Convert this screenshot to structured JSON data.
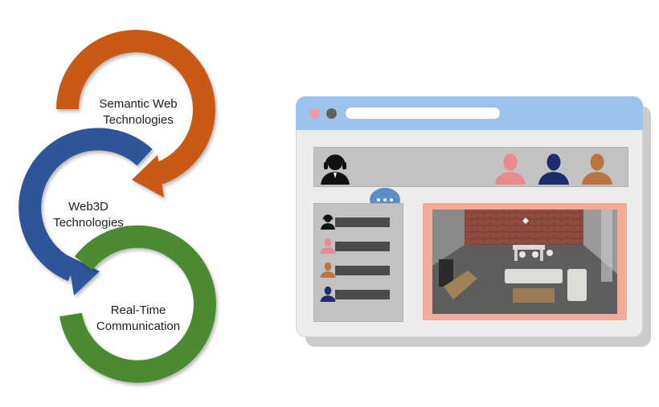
{
  "cycle": {
    "steps": [
      {
        "lines": [
          "Semantic Web",
          "Technologies"
        ],
        "color": "#c85a16"
      },
      {
        "lines": [
          "Web3D",
          "Technologies"
        ],
        "color": "#2e5597"
      },
      {
        "lines": [
          "Real-Time",
          "Communication"
        ],
        "color": "#4b8a31"
      }
    ]
  },
  "browser": {
    "participant_icons": [
      "headset-user-icon",
      "user-pink-icon",
      "user-navy-icon",
      "user-brown-icon"
    ],
    "participant_colors": [
      "#e98a8e",
      "#1e2c6e",
      "#b9743f"
    ],
    "chat_icon": "chat-bubble-icon",
    "chat_color": "#5b8ec4",
    "scene_icon": "virtual-room-scene-icon"
  }
}
